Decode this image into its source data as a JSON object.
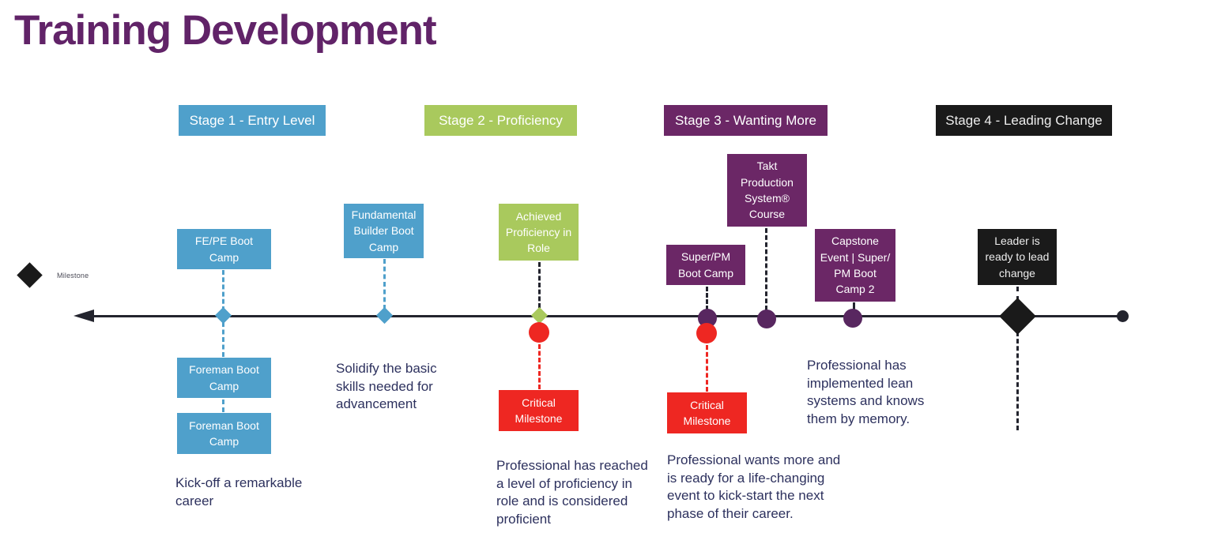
{
  "title": "Training Development",
  "legend": {
    "label": "Milestone"
  },
  "colors": {
    "title": "#612368",
    "blue": "#4FA0CB",
    "green": "#A9C95D",
    "purple": "#6B2766",
    "purpledark": "#582760",
    "black": "#1A1A1A",
    "red": "#EE2722",
    "navy": "#2D315E",
    "line": "#23242E"
  },
  "stages": [
    {
      "label": "Stage 1 - Entry Level",
      "color": "#4FA0CB"
    },
    {
      "label": "Stage 2 - Proficiency",
      "color": "#A9C95D"
    },
    {
      "label": "Stage 3 - Wanting More",
      "color": "#6B2766"
    },
    {
      "label": "Stage 4 - Leading Change",
      "color": "#1A1A1A"
    }
  ],
  "boxes": {
    "fepe": "FE/PE Boot Camp",
    "fundamental": "Fundamental Builder Boot Camp",
    "achieved": "Achieved Proficiency in Role",
    "takt": "Takt Production System® Course",
    "super_pm": "Super/PM Boot Camp",
    "capstone": "Capstone Event | Super/ PM Boot Camp 2",
    "leader": "Leader is ready to lead change",
    "foreman_1": "Foreman Boot Camp",
    "foreman_2": "Foreman Boot Camp",
    "critical_1": "Critical Milestone",
    "critical_2": "Critical Milestone"
  },
  "notes": {
    "kickoff": "Kick-off a remarkable career",
    "solidify": "Solidify the basic skills needed for advancement",
    "proficiency": "Professional has reached a level of proficiency in role and is considered proficient",
    "wants_more": "Professional wants more and is ready for a life-changing event to kick-start the next phase of their career.",
    "lean": "Professional has implemented lean systems and knows them by memory."
  }
}
